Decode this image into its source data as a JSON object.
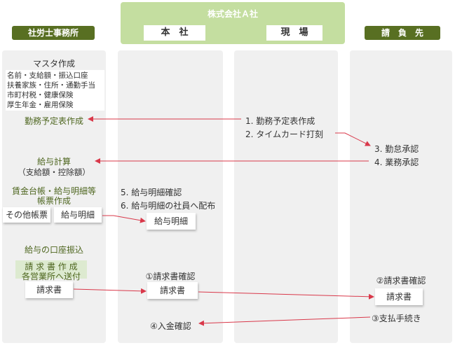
{
  "columns": {
    "sharoushi": "社労士事務所",
    "company": "株式会社Ａ社",
    "honsha": "本　社",
    "genba": "現　場",
    "contractor": "請　負　先"
  },
  "sharoushi_col": {
    "master_title": "マスタ作成",
    "master_items": [
      "名前・支給額・振込口座",
      "扶養家族・住所・通勤手当",
      "市町村税・健康保険",
      "厚生年金・雇用保険"
    ],
    "kinmu": "勤務予定表作成",
    "kyuyo_keisan_1": "給与計算",
    "kyuyo_keisan_2": "（支給額・控除額）",
    "chinkin_1": "賃金台帳・給与明細等",
    "chinkin_2": "帳票作成",
    "sonota_doc": "その他帳票",
    "meisai_doc": "給与明細",
    "furikomi": "給与の口座振込",
    "seikyu_1": "請 求 書 作 成",
    "seikyu_2": "各営業所へ送付",
    "seikyu_doc": "請求書"
  },
  "honsha_col": {
    "step5": "5. 給与明細確認",
    "step6": "6. 給与明細の社員へ配布",
    "meisai_doc": "給与明細",
    "seikyu_kakunin": "①請求書確認",
    "seikyu_doc": "請求書",
    "nyukin": "④入金確認"
  },
  "genba_col": {
    "step1": "1. 勤務予定表作成",
    "step2": "2. タイムカード打刻"
  },
  "contractor_col": {
    "step3": "3. 勤怠承認",
    "step4": "4. 業務承認",
    "seikyu_kakunin": "②請求書確認",
    "seikyu_doc": "請求書",
    "shiharai": "③支払手続き"
  },
  "colors": {
    "header_green": "#586f22",
    "company_green": "#c4dea0",
    "column_gray": "#f0f0f0",
    "text_green": "#4e661f",
    "arrow_red": "#d9384a"
  }
}
